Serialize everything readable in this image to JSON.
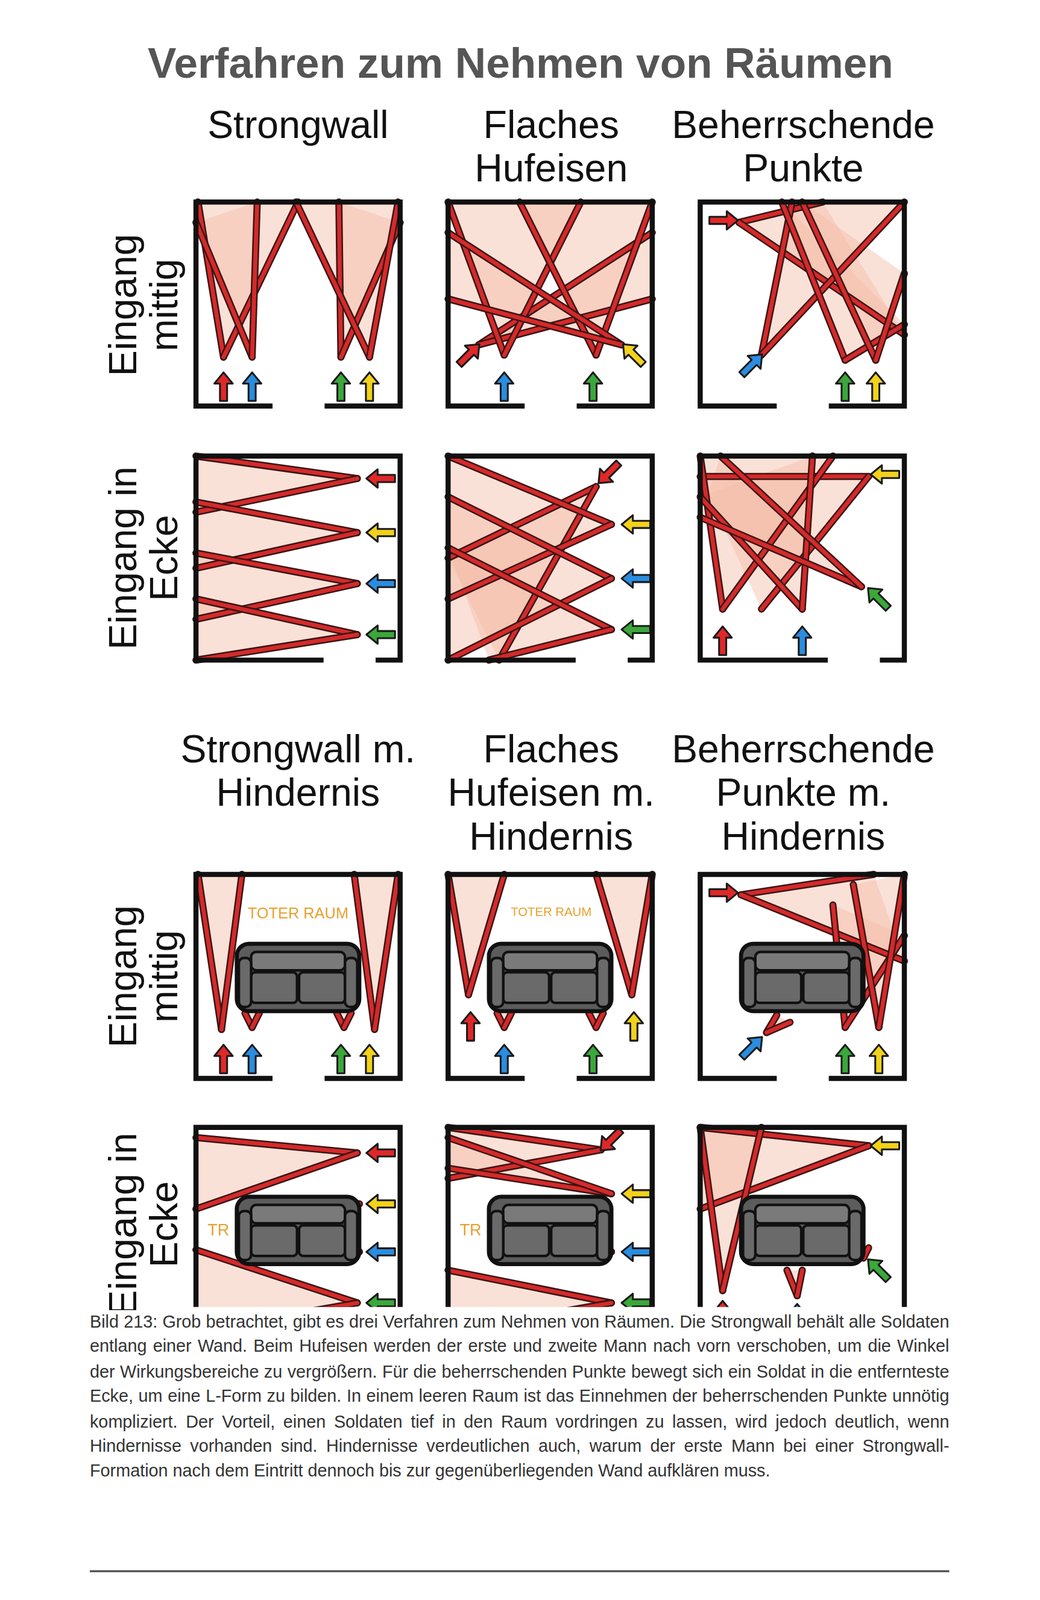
{
  "diagram": {
    "title": "Verfahren zum Nehmen von Räumen",
    "caption": "Bild 213: Grob betrachtet, gibt es drei Verfahren zum Nehmen von Räumen. Die Strongwall behält alle Soldaten entlang einer Wand. Beim Hufeisen werden der erste und zweite Mann nach vorn verschoben, um die Winkel der Wirkungsbereiche zu vergrößern. Für die beherrschenden Punkte bewegt sich ein Soldat in die entfernteste Ecke, um eine L-Form zu bilden. In einem leeren Raum ist das Einnehmen der beherrschenden Punkte unnötig kompliziert. Der Vorteil, einen Soldaten tief in den Raum vordringen zu lassen, wird jedoch deutlich, wenn Hindernisse vorhanden sind. Hindernisse verdeutlichen auch, warum der erste Mann bei einer Strongwall-Formation nach dem Eintritt dennoch bis zur gegenüberliegenden Wand aufklären muss.",
    "labels": [
      "Strongwall",
      "Flaches Hufeisen",
      "Beherrschende Punkte",
      "Strongwall m. Hindernis",
      "Flaches Hufeisen m. Hindernis",
      "Beherrschende Punkte m. Hindernis",
      "Eingang mittig",
      "Eingang in Ecke",
      "Eingang mittig",
      "Eingang in Ecke",
      "TOTER RAUM",
      "TOTER RAUM",
      "TR",
      "TR"
    ]
  }
}
